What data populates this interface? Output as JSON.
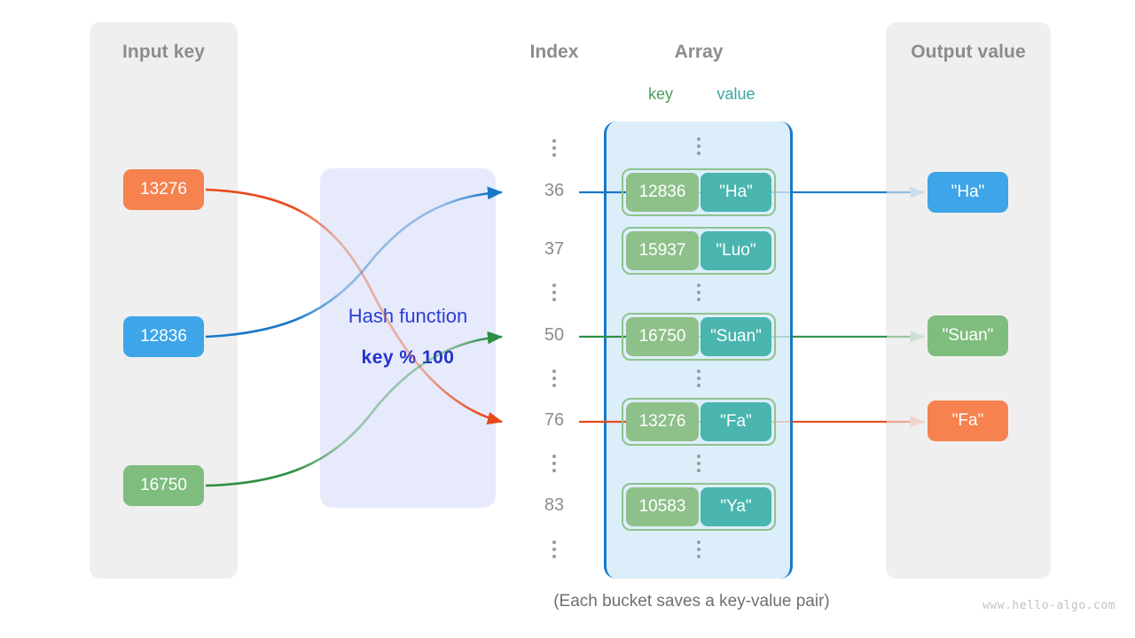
{
  "panels": {
    "input": {
      "title": "Input key"
    },
    "output": {
      "title": "Output value"
    }
  },
  "headings": {
    "index": "Index",
    "array": "Array",
    "key": "key",
    "value": "value"
  },
  "hash_function": {
    "label": "Hash function",
    "formula": "key % 100"
  },
  "input_keys": [
    {
      "text": "13276",
      "color": "#f5824f"
    },
    {
      "text": "12836",
      "color": "#3da5e8"
    },
    {
      "text": "16750",
      "color": "#7fbd7e"
    }
  ],
  "output_values": [
    {
      "text": "\"Ha\"",
      "color": "#3da5e8"
    },
    {
      "text": "\"Suan\"",
      "color": "#7fbd7e"
    },
    {
      "text": "\"Fa\"",
      "color": "#f5824f"
    }
  ],
  "index_column": [
    {
      "type": "dots"
    },
    {
      "type": "label",
      "text": "36"
    },
    {
      "type": "label",
      "text": "37"
    },
    {
      "type": "dots"
    },
    {
      "type": "label",
      "text": "50"
    },
    {
      "type": "dots"
    },
    {
      "type": "label",
      "text": "76"
    },
    {
      "type": "dots"
    },
    {
      "type": "label",
      "text": "83"
    },
    {
      "type": "dots"
    }
  ],
  "array_rows": [
    {
      "type": "dots"
    },
    {
      "type": "bucket",
      "key": "12836",
      "value": "\"Ha\""
    },
    {
      "type": "bucket",
      "key": "15937",
      "value": "\"Luo\""
    },
    {
      "type": "dots"
    },
    {
      "type": "bucket",
      "key": "16750",
      "value": "\"Suan\""
    },
    {
      "type": "dots"
    },
    {
      "type": "bucket",
      "key": "13276",
      "value": "\"Fa\""
    },
    {
      "type": "dots"
    },
    {
      "type": "bucket",
      "key": "10583",
      "value": "\"Ya\""
    },
    {
      "type": "dots"
    }
  ],
  "mappings": [
    {
      "input_key": "13276",
      "index": "76",
      "output_value": "\"Fa\"",
      "color": "#e8491c"
    },
    {
      "input_key": "12836",
      "index": "36",
      "output_value": "\"Ha\"",
      "color": "#1878c8"
    },
    {
      "input_key": "16750",
      "index": "50",
      "output_value": "\"Suan\"",
      "color": "#2f8f45"
    }
  ],
  "footer": {
    "caption": "(Each bucket saves a key-value pair)",
    "watermark": "www.hello-algo.com"
  },
  "colors": {
    "panel_bg": "#efefef",
    "hash_bg": "#e6eafa",
    "hash_text": "#2b3fd6",
    "array_bg": "#ddeefb",
    "array_border": "#1878c8",
    "bucket_border": "#8fc38d",
    "cell_key": "#8ec08a",
    "cell_value": "#49b5ae",
    "heading_text": "#8c8c8c",
    "key_label": "#4a9e5a",
    "value_label": "#3ba3a0"
  }
}
